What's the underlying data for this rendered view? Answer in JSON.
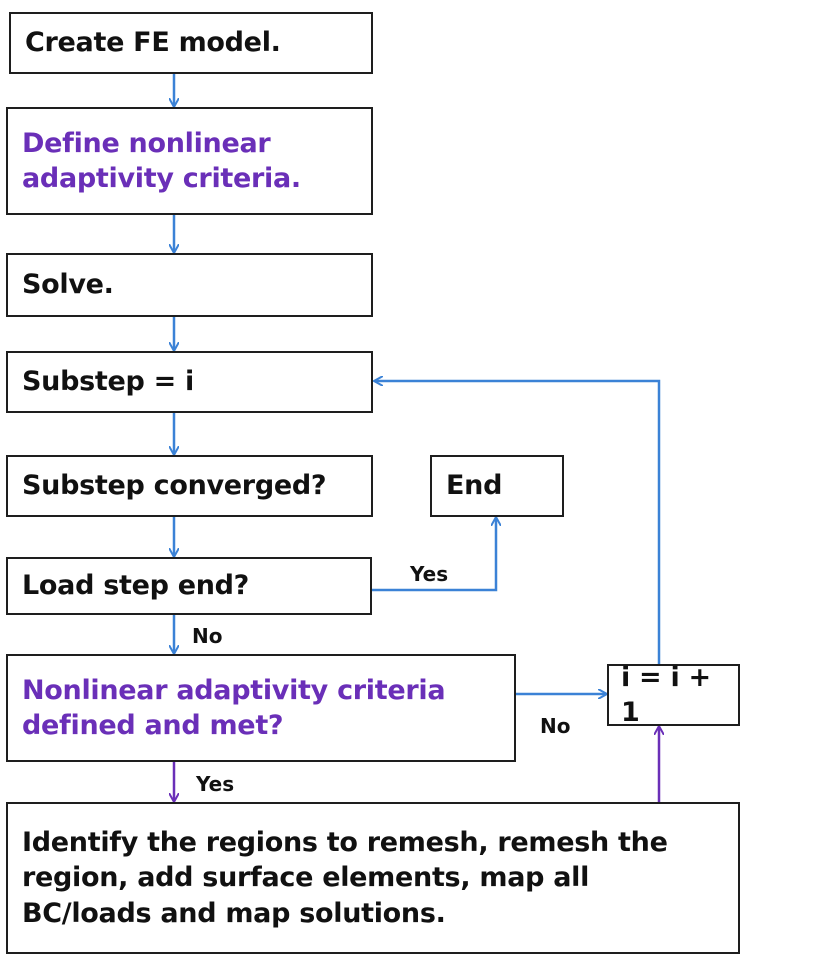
{
  "colors": {
    "arrow_blue": "#3b82d6",
    "arrow_purple": "#6a2fb8",
    "box_border": "#1e1e1e",
    "purple_text": "#6a2fb8"
  },
  "nodes": {
    "create": "Create FE model.",
    "define": "Define nonlinear\nadaptivity criteria.",
    "solve": "Solve.",
    "substep": "Substep = i",
    "converged": "Substep converged?",
    "end": "End",
    "loadstep": "Load step end?",
    "criteria": "Nonlinear adaptivity criteria\ndefined and met?",
    "increment": "i = i + 1",
    "remesh": "Identify the regions to remesh, remesh the\nregion, add surface elements, map all\nBC/loads and map solutions."
  },
  "labels": {
    "yes_end": "Yes",
    "no_loadstep": "No",
    "no_criteria": "No",
    "yes_criteria": "Yes"
  }
}
